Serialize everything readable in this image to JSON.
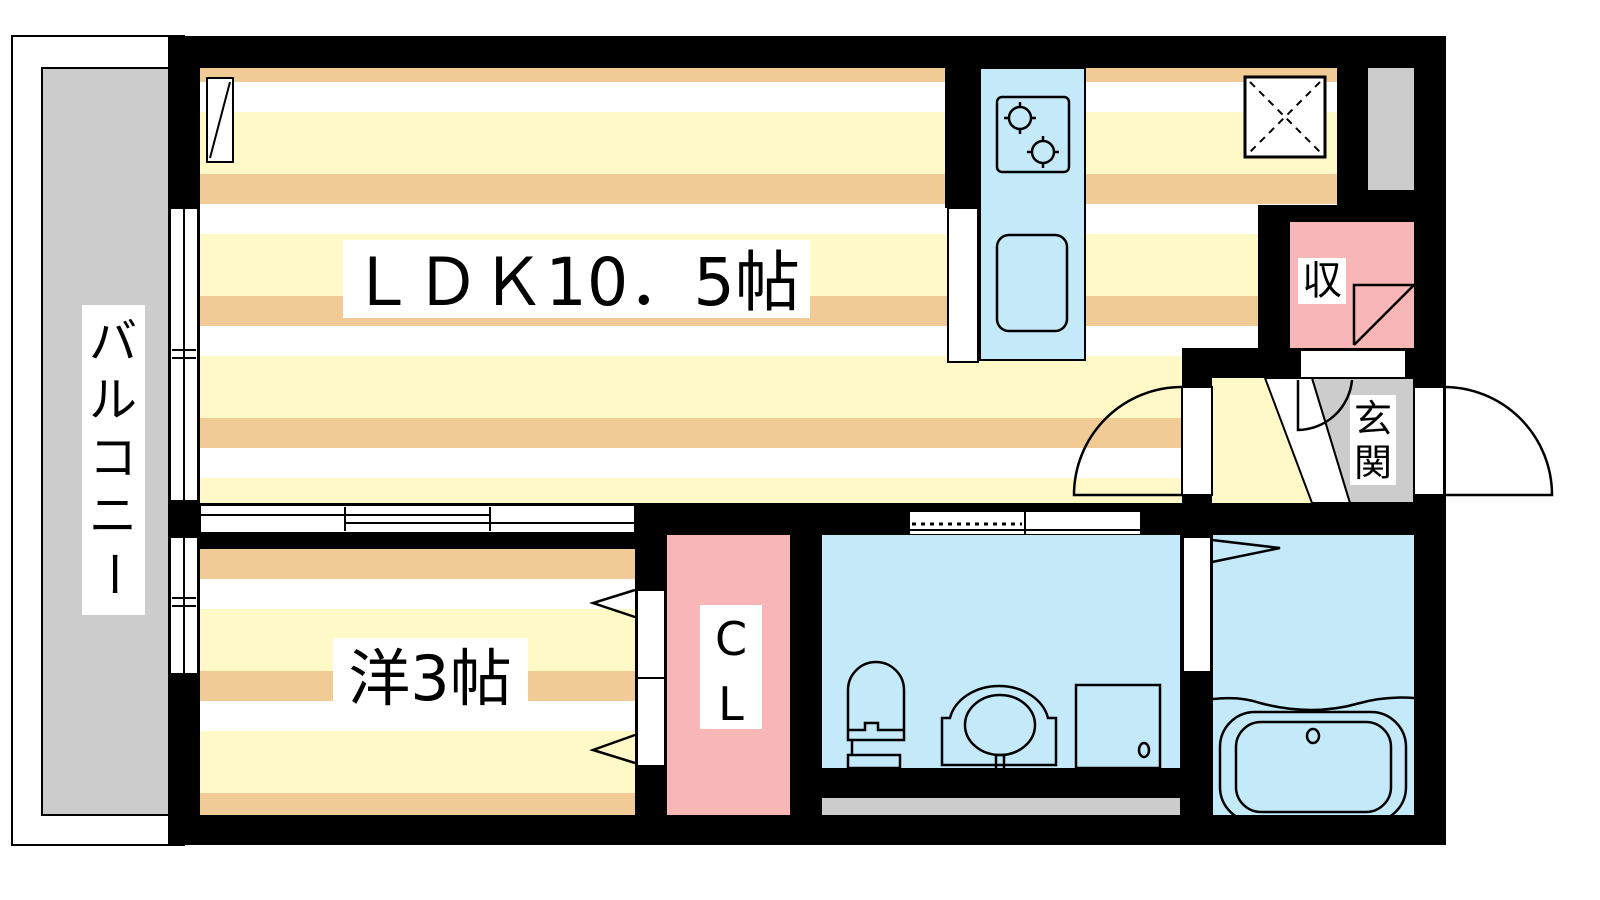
{
  "rooms": {
    "ldk": "ＬＤＫ10．5帖",
    "western": "洋3帖",
    "closet_c": "C",
    "closet_l": "L",
    "storage": "収",
    "entrance_1": "玄",
    "entrance_2": "関",
    "balcony": [
      "バ",
      "ル",
      "コ",
      "ニ",
      "ー"
    ]
  },
  "colors": {
    "wall": "#000000",
    "floor_orange": "#f0cb96",
    "floor_yellow": "#fff9c8",
    "wet_blue": "#c4e9f8",
    "storage_pink": "#f8b6b6",
    "gray": "#cccccc"
  }
}
